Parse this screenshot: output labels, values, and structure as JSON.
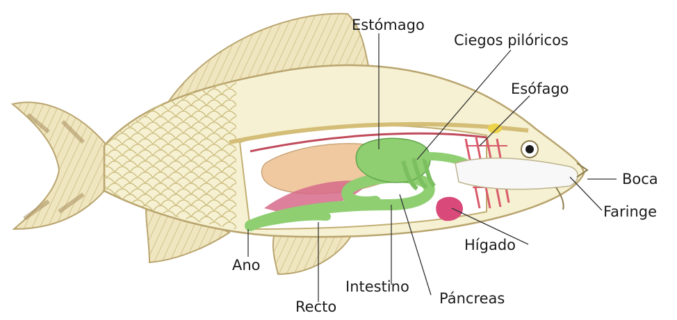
{
  "labels": {
    "estomago": "Estómago",
    "ciegos": "Ciegos pilóricos",
    "esofago": "Esófago",
    "boca": "Boca",
    "faringe": "Faringe",
    "higado": "Hígado",
    "pancreas": "Páncreas",
    "intestino": "Intestino",
    "recto": "Recto",
    "ano": "Ano"
  },
  "colors": {
    "body_outline": "#c9b97a",
    "body_fill": "#f4f0cf",
    "scales": "#d8c98e",
    "fin_stripe": "#b79d68",
    "gut_green": "#8fcf72",
    "liver_pink": "#d94a7a",
    "gill_red": "#d85a6a",
    "swim_bladder": "#f0c9a0",
    "kidney_red": "#c04a5a",
    "fat_yellow": "#ecd34a"
  }
}
